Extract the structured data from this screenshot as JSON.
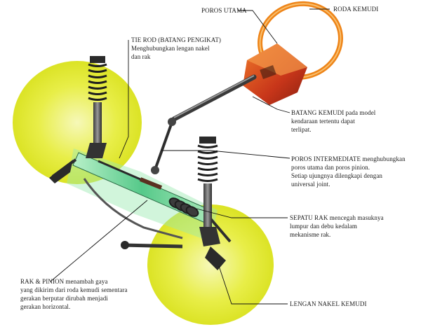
{
  "labels": {
    "roda_kemudi": "RODA KEMUDI",
    "poros_utama": "POROS UTAMA",
    "tie_rod": {
      "title": "TIE ROD (BATANG PENGIKAT)",
      "line1": "Menghubungkan lengan nakel",
      "line2": "dan rak"
    },
    "batang_kemudi": {
      "line1": "BATANG KEMUDI pada model",
      "line2": "kendaraan tertentu dapat",
      "line3": "terlipat."
    },
    "poros_intermediate": {
      "line1": "POROS INTERMEDIATE menghubungkan",
      "line2": "poros utama dan poros pinion.",
      "line3": "Setiap ujungnya dilengkapi dengan",
      "line4": "universal joint."
    },
    "sepatu_rak": {
      "line1": "SEPATU RAK mencegah masuknya",
      "line2": "lumpur dan debu kedalam",
      "line3": "mekanisme rak."
    },
    "rak_pinion": {
      "line1": "RAK & PINION menambah gaya",
      "line2": "yang dikirim dari roda kemudi sementara",
      "line3": "gerakan berputar dirubah menjadi",
      "line4": "gerakan horizontal."
    },
    "lengan_nakel": "LENGAN NAKEL KEMUDI"
  },
  "colors": {
    "wheel": "#e6ee3c",
    "wheel_glow": "#f4f7a0",
    "steering_wheel": "#f08a1a",
    "column_housing": "#d4401c",
    "rack_green": "#56c98a",
    "metal_dark": "#2e2e2e",
    "metal_mid": "#6c6c6c",
    "leader_line": "#111111"
  }
}
